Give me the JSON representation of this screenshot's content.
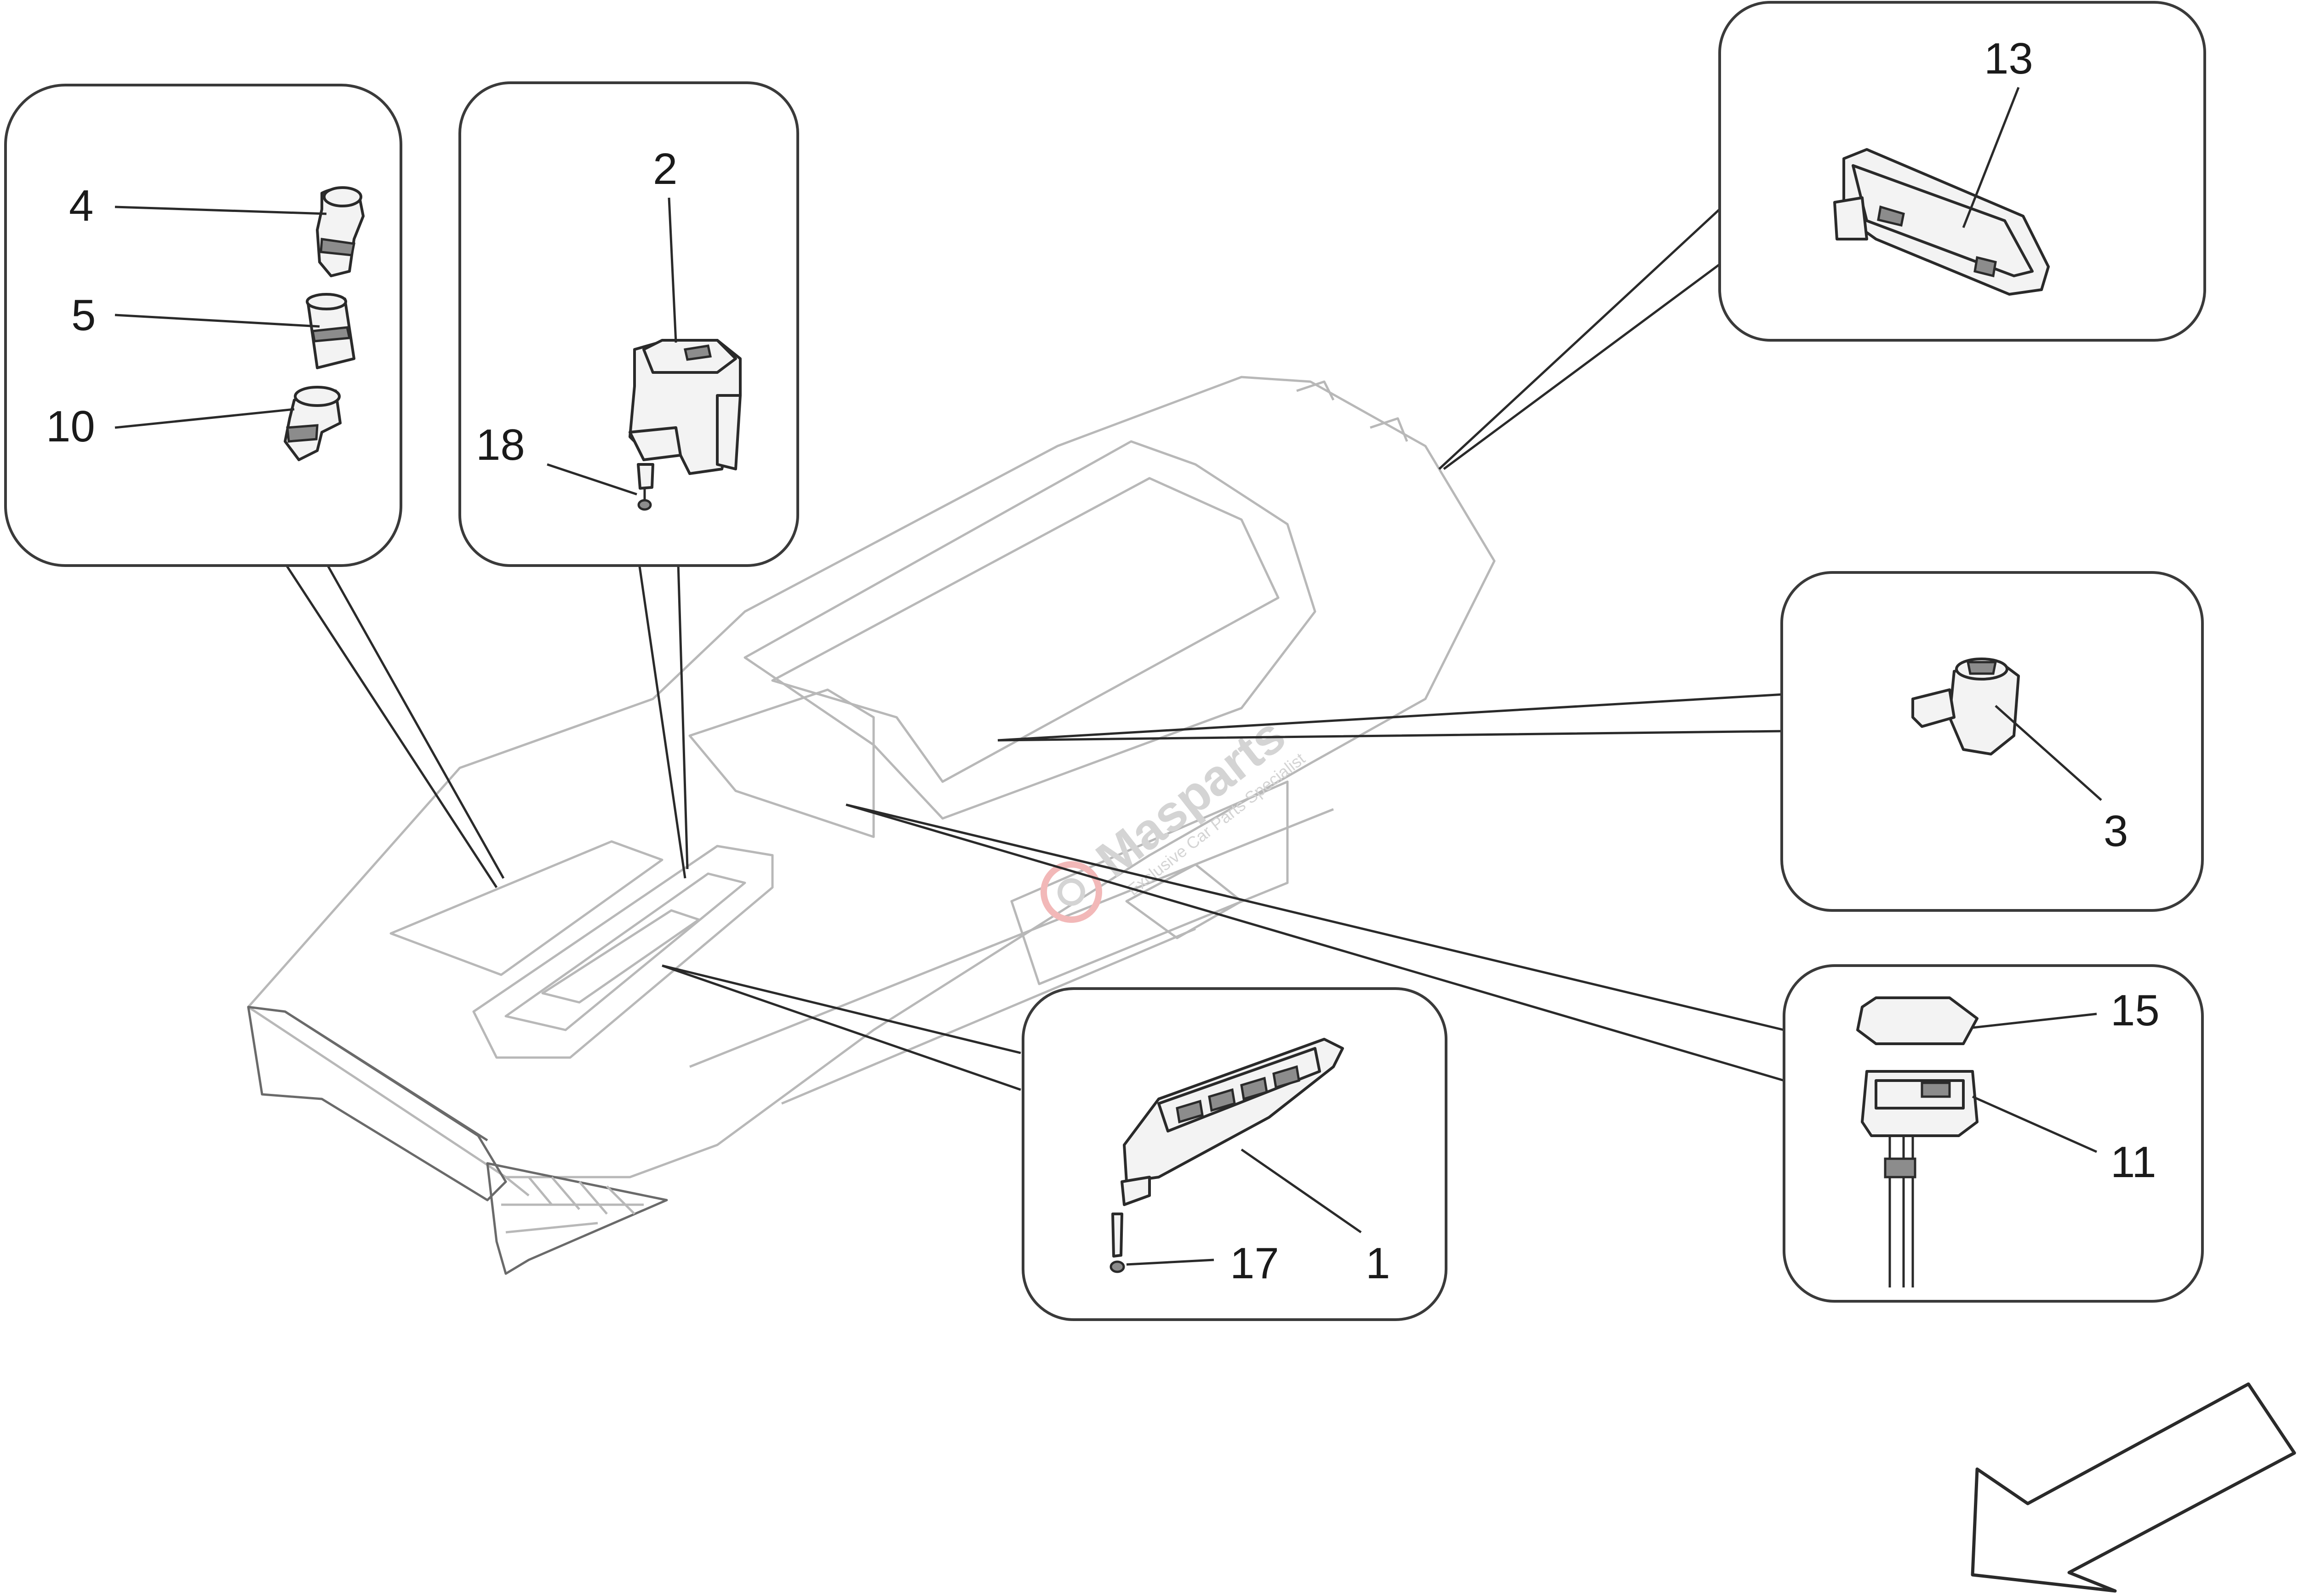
{
  "diagram": {
    "callouts": {
      "c1": "1",
      "c2": "2",
      "c3": "3",
      "c4": "4",
      "c5": "5",
      "c10": "10",
      "c11": "11",
      "c13": "13",
      "c15": "15",
      "c17": "17",
      "c18": "18"
    },
    "watermark": {
      "brand": "Masparts",
      "tagline": "Exclusive Car Parts Specialist"
    },
    "colors": {
      "line": "#2a2a2a",
      "console": "#b8b8b8",
      "watermark": "#d4d4d4",
      "watermark_accent": "#f2b8b8"
    }
  }
}
